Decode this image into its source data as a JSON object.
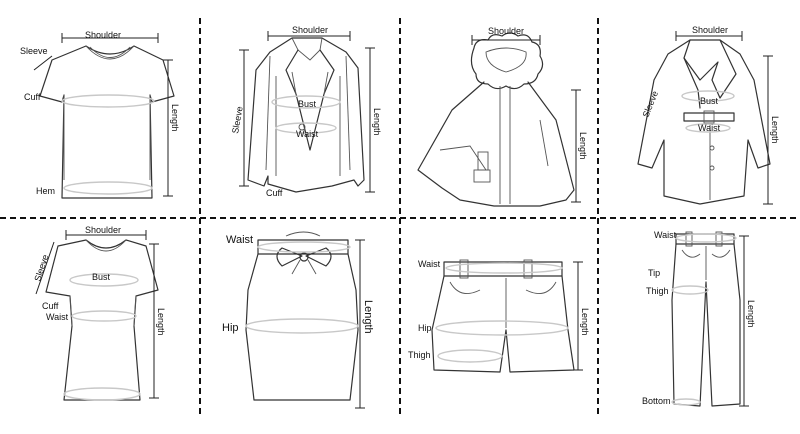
{
  "labels": {
    "shoulder": "Shoulder",
    "sleeve": "Sleeve",
    "cuff": "Cuff",
    "length": "Length",
    "hem": "Hem",
    "bust": "Bust",
    "waist": "Waist",
    "hip": "Hip",
    "thigh": "Thigh",
    "tip": "Tip",
    "bottom": "Bottom"
  },
  "colors": {
    "outline": "#333333",
    "divider": "#111111",
    "measure_ring": "#c8c8c8",
    "background": "#ffffff"
  },
  "icons": [
    "tshirt-icon",
    "blazer-icon",
    "fur-hood-cape-coat-icon",
    "belted-coat-icon",
    "dress-icon",
    "bow-skirt-icon",
    "shorts-icon",
    "trousers-icon"
  ]
}
